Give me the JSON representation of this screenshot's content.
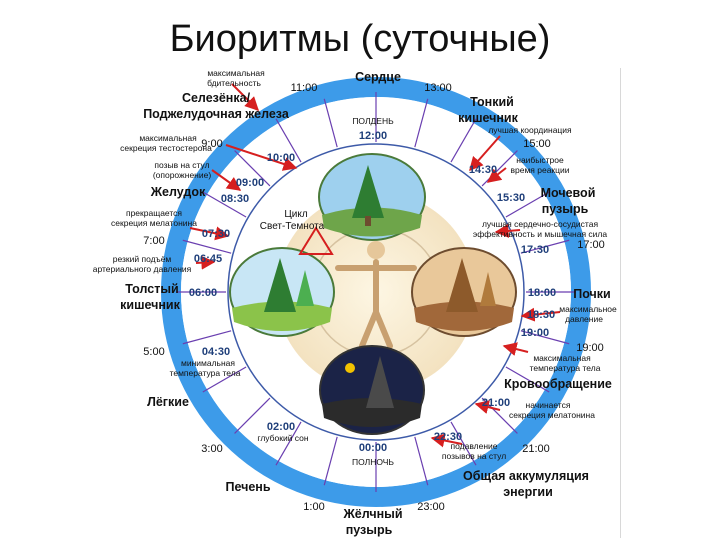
{
  "title": "Биоритмы (суточные)",
  "center_label": [
    "Цикл",
    "Свет-Темнота"
  ],
  "colors": {
    "ring": "#3d9be9",
    "spokes": "#6a3fb0",
    "arrows": "#d61f1f",
    "times": "#1f3f7a",
    "moon": "#f2c200"
  },
  "organs": [
    {
      "id": "heart",
      "lines": [
        "Сердце"
      ]
    },
    {
      "id": "gallbladder-pancreas",
      "lines": [
        "Селезёнка/",
        "Поджелудочная железа"
      ]
    },
    {
      "id": "small-intestine",
      "lines": [
        "Тонкий",
        "кишечник"
      ]
    },
    {
      "id": "stomach",
      "lines": [
        "Желудок"
      ]
    },
    {
      "id": "bladder",
      "lines": [
        "Мочевой",
        "пузырь"
      ]
    },
    {
      "id": "large-intestine",
      "lines": [
        "Толстый",
        "кишечник"
      ]
    },
    {
      "id": "kidneys",
      "lines": [
        "Почки"
      ]
    },
    {
      "id": "circulation",
      "lines": [
        "Кровообращение"
      ]
    },
    {
      "id": "lungs",
      "lines": [
        "Лёгкие"
      ]
    },
    {
      "id": "energy",
      "lines": [
        "Общая аккумуляция",
        "энергии"
      ]
    },
    {
      "id": "liver",
      "lines": [
        "Печень"
      ]
    },
    {
      "id": "gallbladder",
      "lines": [
        "Жёлчный",
        "пузырь"
      ]
    }
  ],
  "outer_times": [
    "11:00",
    "13:00",
    "9:00",
    "15:00",
    "7:00",
    "17:00",
    "5:00",
    "19:00",
    "3:00",
    "21:00",
    "1:00",
    "23:00"
  ],
  "inner_events": [
    {
      "time": "12:00",
      "lines": [
        "ПОЛДЕНЬ"
      ]
    },
    {
      "time": "10:00",
      "lines": []
    },
    {
      "time": "09:00",
      "lines": []
    },
    {
      "time": "08:30",
      "lines": []
    },
    {
      "time": "07:30",
      "lines": []
    },
    {
      "time": "06:45",
      "lines": []
    },
    {
      "time": "06:00",
      "lines": []
    },
    {
      "time": "04:30",
      "lines": []
    },
    {
      "time": "02:00",
      "lines": []
    },
    {
      "time": "00:00",
      "lines": [
        "ПОЛНОЧЬ"
      ]
    },
    {
      "time": "14:30",
      "lines": []
    },
    {
      "time": "15:30",
      "lines": []
    },
    {
      "time": "17:30",
      "lines": []
    },
    {
      "time": "18:00",
      "lines": []
    },
    {
      "time": "18:30",
      "lines": []
    },
    {
      "time": "19:00",
      "lines": []
    },
    {
      "time": "21:00",
      "lines": []
    },
    {
      "time": "22:30",
      "lines": []
    }
  ],
  "annotations": [
    {
      "id": "max-alertness",
      "lines": [
        "максимальная",
        "бдительность"
      ]
    },
    {
      "id": "max-testosterone",
      "lines": [
        "максимальная",
        "секреция тестостерона"
      ]
    },
    {
      "id": "bowel-urge",
      "lines": [
        "позыв на стул",
        "(опорожнение)"
      ]
    },
    {
      "id": "melatonin-stop",
      "lines": [
        "прекращается",
        "секреция мелатонина"
      ]
    },
    {
      "id": "bp-rise",
      "lines": [
        "резкий подъём",
        "артериального давления"
      ]
    },
    {
      "id": "min-temp",
      "lines": [
        "минимальная",
        "температура тела"
      ]
    },
    {
      "id": "deep-sleep",
      "lines": [
        "глубокий сон"
      ]
    },
    {
      "id": "best-coordination",
      "lines": [
        "лучшая координация"
      ]
    },
    {
      "id": "fast-reaction",
      "lines": [
        "наибыстрое",
        "время реакции"
      ]
    },
    {
      "id": "best-cardio",
      "lines": [
        "лучшая сердечно-сосудистая",
        "эффективность и мышечная сила"
      ]
    },
    {
      "id": "max-bp",
      "lines": [
        "максимальное",
        "давление"
      ]
    },
    {
      "id": "max-temp",
      "lines": [
        "максимальная",
        "температура тела"
      ]
    },
    {
      "id": "melatonin-start",
      "lines": [
        "начинается",
        "секреция мелатонина"
      ]
    },
    {
      "id": "bowel-suppress",
      "lines": [
        "подавление",
        "позывов на стул"
      ]
    }
  ]
}
